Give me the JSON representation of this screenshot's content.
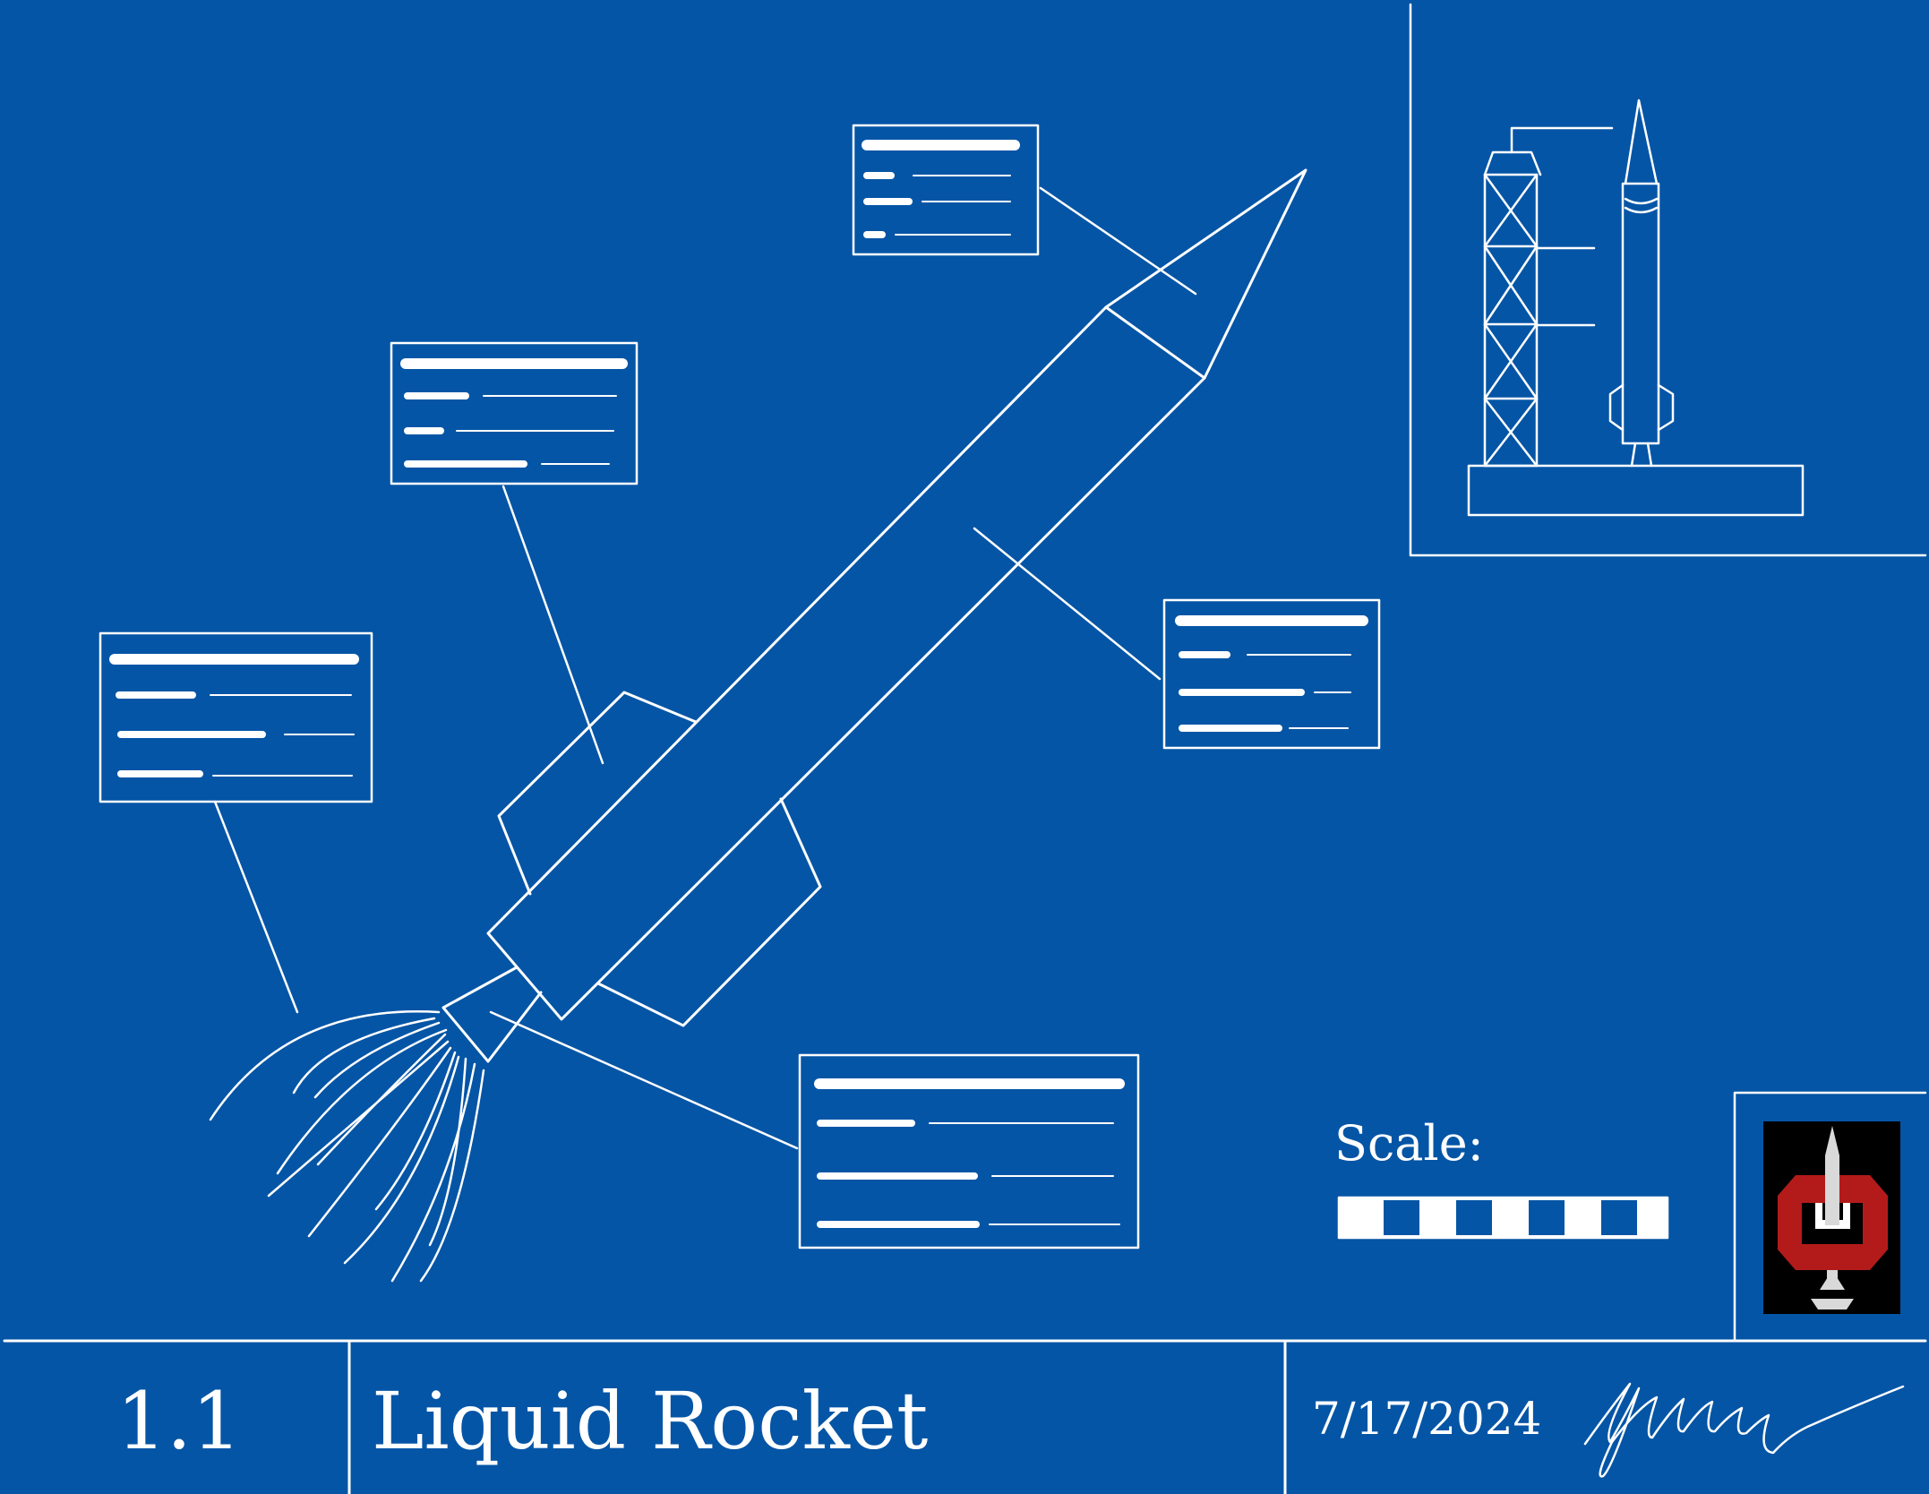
{
  "title_block": {
    "sheet_number": "1.1",
    "title": "Liquid Rocket",
    "date": "7/17/2024"
  },
  "scale": {
    "label": "Scale:",
    "segments": 8
  },
  "callouts": [
    {
      "name": "callout-nose-cone",
      "lines": 3
    },
    {
      "name": "callout-body-upper",
      "lines": 3
    },
    {
      "name": "callout-fuel-tank",
      "lines": 3
    },
    {
      "name": "callout-fins",
      "lines": 3
    },
    {
      "name": "callout-engine-nozzle",
      "lines": 3
    }
  ],
  "logo": {
    "name": "rocket-emblem-logo",
    "colors": {
      "background": "#000000",
      "emblem": "#b31b1b",
      "rocket": "#d9d9d9"
    }
  },
  "colors": {
    "blueprint_background": "#0555a6",
    "line": "#ffffff"
  }
}
